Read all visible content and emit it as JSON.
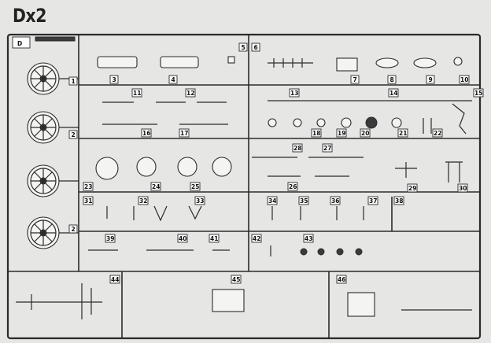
{
  "title": "Dx2",
  "sprue_letter": "D",
  "part_numbers": [
    "1",
    "2",
    "2",
    "3",
    "4",
    "5",
    "6",
    "7",
    "8",
    "9",
    "10",
    "11",
    "12",
    "13",
    "14",
    "15",
    "16",
    "17",
    "18",
    "19",
    "20",
    "21",
    "22",
    "23",
    "24",
    "25",
    "26",
    "27",
    "28",
    "29",
    "30",
    "31",
    "32",
    "33",
    "34",
    "35",
    "36",
    "37",
    "38",
    "39",
    "40",
    "41",
    "42",
    "43",
    "44",
    "45",
    "46"
  ]
}
